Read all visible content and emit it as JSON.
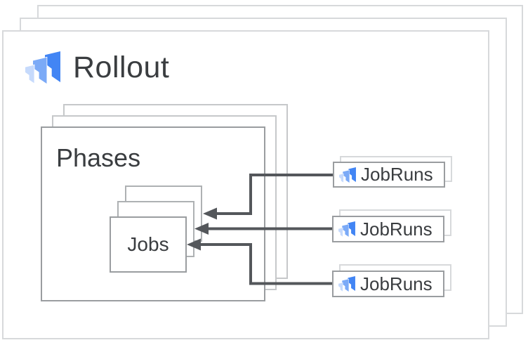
{
  "rollout": {
    "title": "Rollout",
    "icon": "cloud-deploy-stack-icon",
    "stacked_cards": 3
  },
  "phases": {
    "title": "Phases",
    "stacked_cards": 3
  },
  "jobs": {
    "label": "Jobs",
    "stacked_cards": 3
  },
  "jobruns": {
    "icon": "cloud-deploy-stack-icon",
    "stacked_cards_each": 2,
    "items": [
      {
        "label": "JobRuns",
        "arrow_target": "jobs-card-back"
      },
      {
        "label": "JobRuns",
        "arrow_target": "jobs-card-middle"
      },
      {
        "label": "JobRuns",
        "arrow_target": "jobs-card-front"
      }
    ]
  },
  "colors": {
    "icon_blue_dark": "#4285F4",
    "icon_blue_medium": "#7BAAF7",
    "icon_blue_light": "#C6DAFC",
    "arrow_gray": "#54575B",
    "border_light_gray": "#D7D9DB",
    "border_dark_gray": "#9A9DA0",
    "text": "#3A3D40",
    "background": "#FFFFFF"
  }
}
